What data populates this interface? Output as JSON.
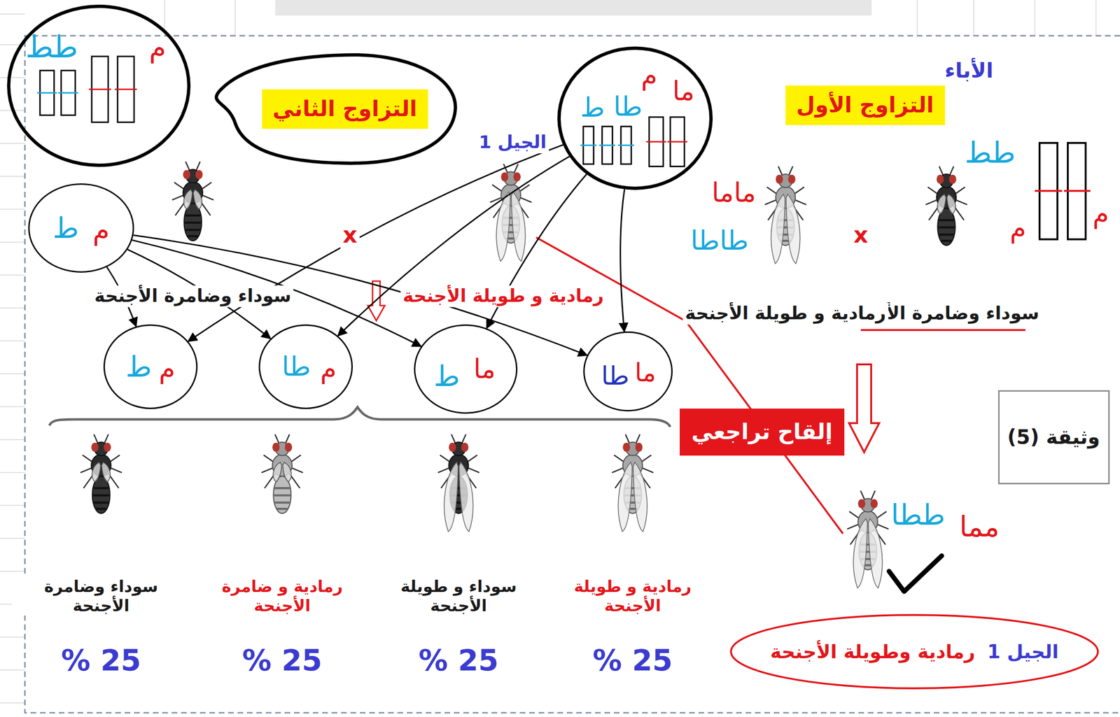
{
  "diagram": {
    "nodes": [
      {
        "text": [
          "التزاوج الأول"
        ]
      },
      {
        "text": [
          "التزاوج الثاني"
        ]
      },
      {
        "text": [
          "طط",
          "م"
        ]
      },
      {
        "text": [
          "ط",
          "طا",
          "م",
          "ما"
        ]
      },
      {
        "text": [
          "ط",
          "م"
        ]
      },
      {
        "text": [
          "ط",
          "م"
        ]
      },
      {
        "text": [
          "طا",
          "م"
        ]
      },
      {
        "text": [
          "ط",
          "ما"
        ]
      },
      {
        "text": [
          "طا",
          "ما"
        ]
      },
      {
        "text": [
          "إلقاح تراجعي"
        ]
      },
      {
        "text": [
          "وثيقة (5)"
        ]
      },
      {
        "text": [
          "رمادية وطويلة الأجنحة",
          "الجيل 1"
        ]
      }
    ],
    "edges": [
      {
        "from": 3,
        "to": 5,
        "arrow": "to"
      },
      {
        "from": 3,
        "to": 6,
        "arrow": "to"
      },
      {
        "from": 3,
        "to": 7,
        "arrow": "to"
      },
      {
        "from": 3,
        "to": 8,
        "arrow": "to"
      },
      {
        "from": 4,
        "to": 5,
        "arrow": "to"
      },
      {
        "from": 4,
        "to": 6,
        "arrow": "to"
      },
      {
        "from": 4,
        "to": 7,
        "arrow": "to"
      },
      {
        "from": 4,
        "to": 8,
        "arrow": "to"
      }
    ],
    "labels": [
      "الأباء",
      "سوداء وضامرة الأجنحة",
      "رمادية و طويلة الأجنحة",
      "x",
      "الجيل 1",
      "سوداء وضامرة الأجنحة",
      "x",
      "رمادية و طويلة الأجنحة",
      "سوداء وضامرة الأجنحة",
      "رمادية و ضامرة الأجنحة",
      "سوداء و طويلة الأجنحة",
      "رمادية و طويلة الأجنحة",
      "% 25",
      "% 25",
      "% 25",
      "% 25",
      "طط",
      "م",
      "م",
      "ماما",
      "طاطا",
      "ططا",
      "مما"
    ]
  }
}
